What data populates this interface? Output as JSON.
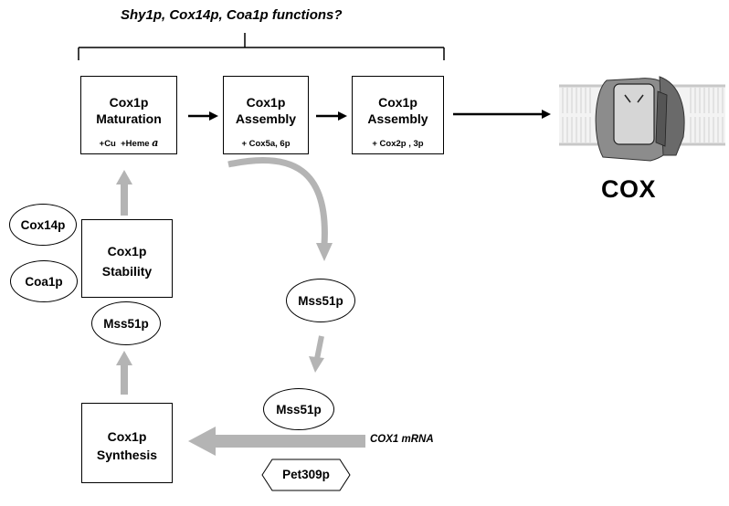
{
  "question": "Shy1p, Cox14p, Coa1p functions?",
  "boxes": {
    "maturation": {
      "line1": "Cox1p",
      "line2": "Maturation",
      "sub_prefix": "+Cu  +Heme ",
      "sub_italic": "a"
    },
    "assembly1": {
      "line1": "Cox1p",
      "line2": "Assembly",
      "sub": "+ Cox5a, 6p"
    },
    "assembly2": {
      "line1": "Cox1p",
      "line2": "Assembly",
      "sub": "+ Cox2p , 3p"
    },
    "stability": {
      "line1": "Cox1p",
      "line2": "Stability"
    },
    "synthesis": {
      "line1": "Cox1p",
      "line2": "Synthesis"
    }
  },
  "ovals": {
    "cox14p": "Cox14p",
    "coa1p": "Coa1p",
    "mss51p_stability": "Mss51p",
    "mss51p_released": "Mss51p",
    "mss51p_mrna": "Mss51p"
  },
  "pet309p": "Pet309p",
  "cox1_mrna": "COX1 mRNA",
  "cox_label": "COX",
  "colors": {
    "gray_arrow": "#b4b4b4",
    "black": "#000000",
    "membrane": "#c8c8c8"
  }
}
